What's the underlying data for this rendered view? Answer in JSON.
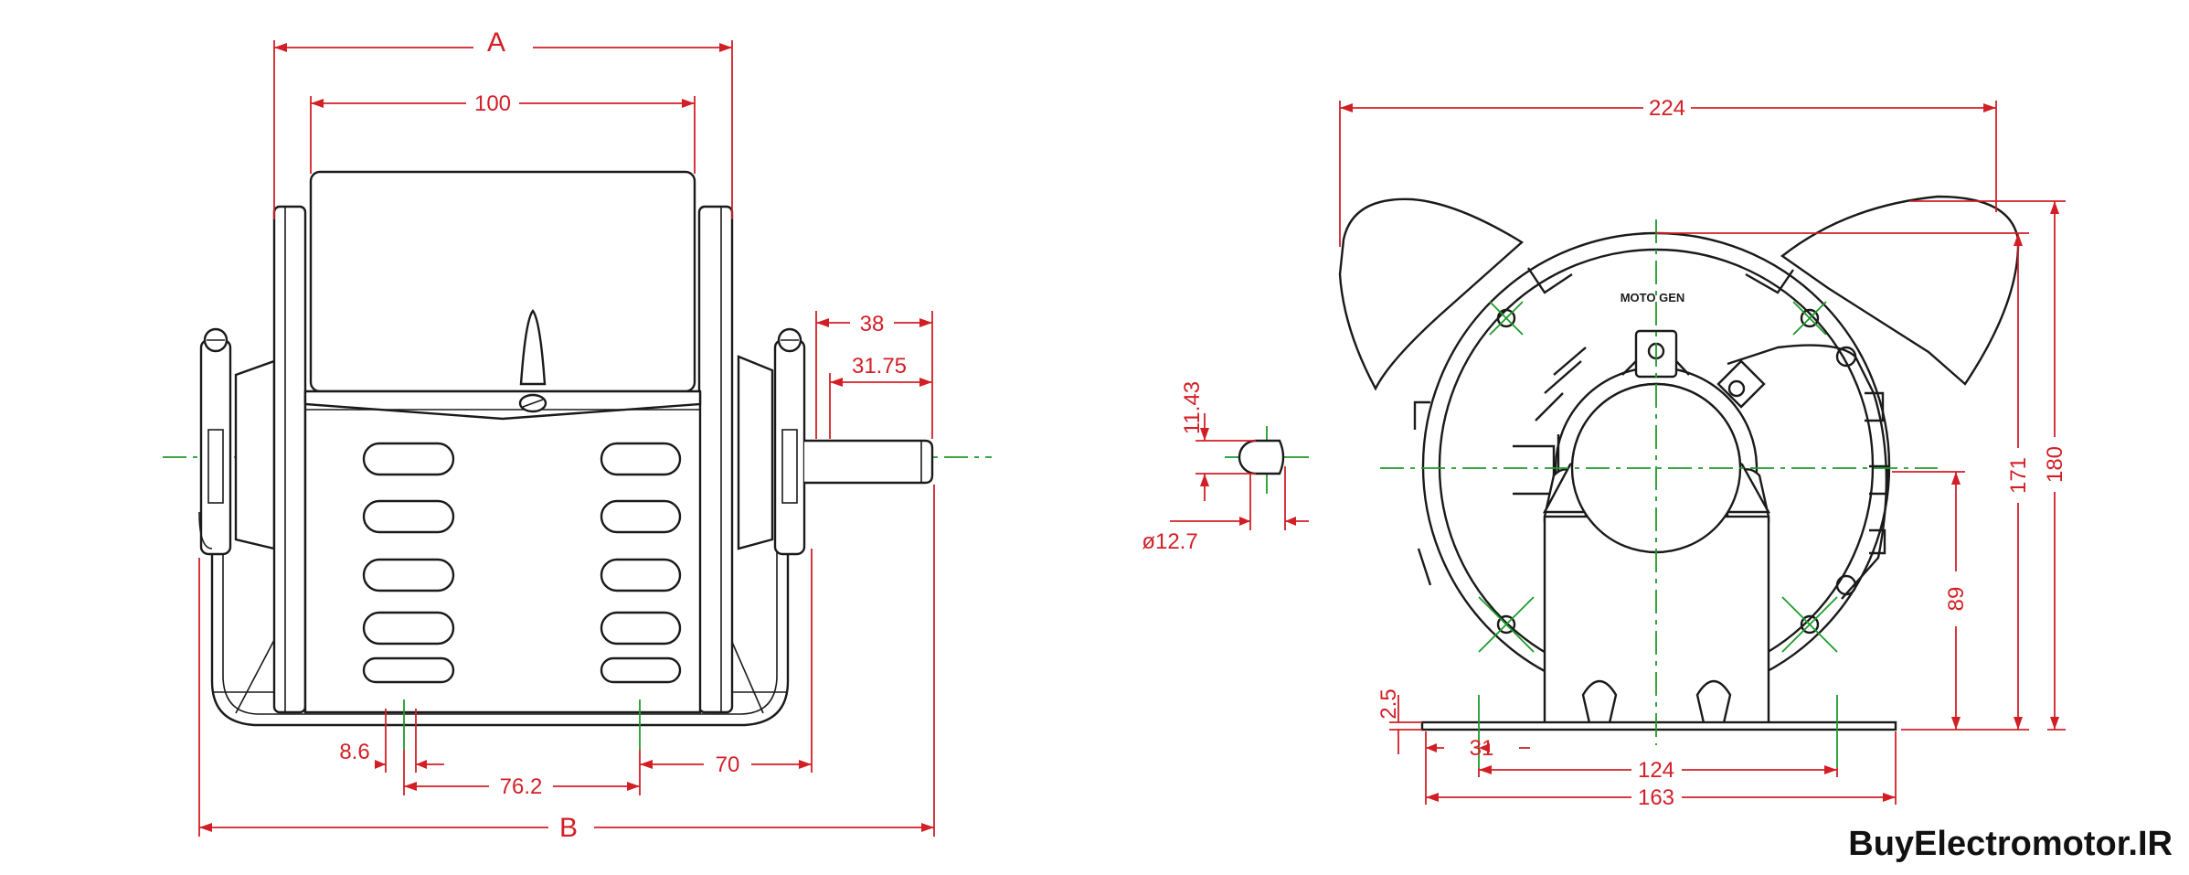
{
  "front_view": {
    "dimensions": {
      "A": "A",
      "d100": "100",
      "d38": "38",
      "d31_75": "31.75",
      "d8_6": "8.6",
      "d76_2": "76.2",
      "d70": "70",
      "B": "B"
    }
  },
  "shaft_section": {
    "dimensions": {
      "d11_43": "11.43",
      "d12_7": "ø12.7"
    }
  },
  "side_view": {
    "brand_label": "MOTO GEN",
    "dimensions": {
      "d224": "224",
      "d171": "171",
      "d180": "180",
      "d89": "89",
      "d2_5": "2.5",
      "d31": "31",
      "d124": "124",
      "d163": "163"
    }
  },
  "colors": {
    "outline": "#1a1a1a",
    "dimension": "#d21f26",
    "centerline": "#1d9a2a"
  },
  "watermark": "BuyElectromotor.IR"
}
